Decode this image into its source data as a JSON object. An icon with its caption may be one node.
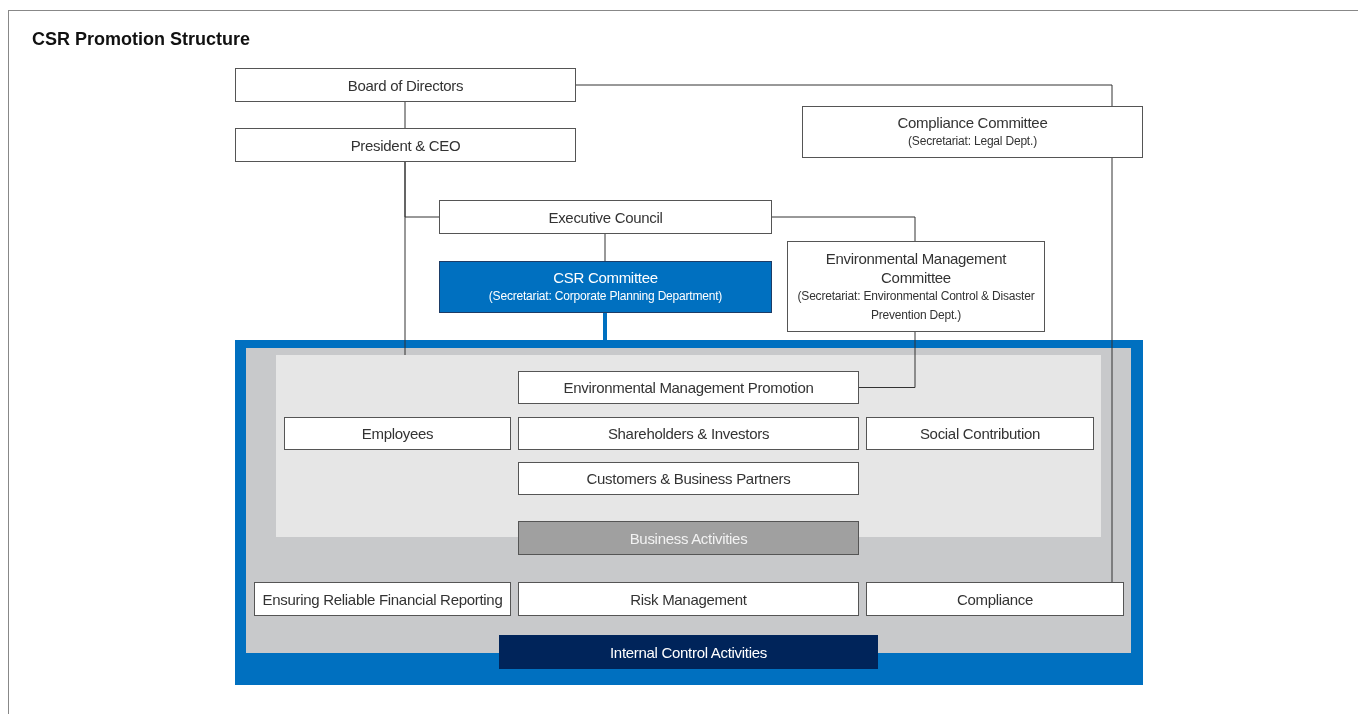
{
  "diagram": {
    "title": "CSR Promotion Structure",
    "nodes": [
      {
        "text": [
          "Board of Directors"
        ]
      },
      {
        "text": [
          "Compliance Committee",
          "(Secretariat: Legal Dept.)"
        ]
      },
      {
        "text": [
          "President & CEO"
        ]
      },
      {
        "text": [
          "Executive Council"
        ]
      },
      {
        "text": [
          "CSR Committee",
          "(Secretariat: Corporate Planning Department)"
        ]
      },
      {
        "text": [
          "Environmental Management Committee",
          "(Secretariat: Environmental Control & Disaster Prevention Dept.)"
        ]
      },
      {
        "text": [],
        "shape": "box"
      },
      {
        "text": [],
        "shape": "box",
        "in": 6
      },
      {
        "text": [],
        "shape": "box",
        "in": 7
      },
      {
        "text": [
          "Environmental Management Promotion"
        ],
        "in": 8
      },
      {
        "text": [
          "Employees"
        ],
        "in": 8
      },
      {
        "text": [
          "Shareholders & Investors"
        ],
        "in": 8
      },
      {
        "text": [
          "Social Contribution"
        ],
        "in": 8
      },
      {
        "text": [
          "Customers & Business Partners"
        ],
        "in": 8
      },
      {
        "text": [
          "Business Activities"
        ],
        "in": 7
      },
      {
        "text": [
          "Ensuring Reliable Financial Reporting"
        ],
        "in": 7
      },
      {
        "text": [
          "Risk Management"
        ],
        "in": 7
      },
      {
        "text": [
          "Compliance"
        ],
        "in": 7
      },
      {
        "text": [
          "Internal Control Activities"
        ],
        "in": 6
      }
    ],
    "edges": [
      {
        "from": 0,
        "to": 2,
        "arrow": "none"
      },
      {
        "from": 0,
        "to": 1,
        "arrow": "none"
      },
      {
        "from": 1,
        "to": 17,
        "arrow": "none"
      },
      {
        "from": 2,
        "to": 3,
        "arrow": "none"
      },
      {
        "from": 2,
        "to": 8,
        "arrow": "none"
      },
      {
        "from": 3,
        "to": 4,
        "arrow": "none"
      },
      {
        "from": 3,
        "to": 5,
        "arrow": "none"
      },
      {
        "from": 4,
        "to": 6,
        "arrow": "none",
        "color": "#0070c0",
        "style": "thick"
      },
      {
        "from": 5,
        "to": 9,
        "arrow": "none"
      }
    ]
  }
}
